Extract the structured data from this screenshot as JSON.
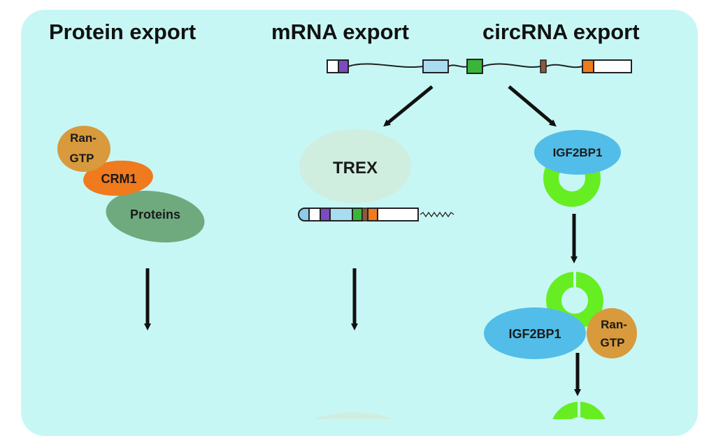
{
  "titles": {
    "protein_export": "Protein export",
    "mrna_export": "mRNA export",
    "circrna_export": "circRNA export"
  },
  "labels": {
    "ran_gtp_line1": "Ran-",
    "ran_gtp_line2": "GTP",
    "crm1": "CRM1",
    "proteins": "Proteins",
    "trex": "TREX",
    "igf2bp1": "IGF2BP1"
  },
  "colors": {
    "background": "#c7f7f4",
    "ran_gtp": "#d89a3c",
    "crm1": "#f07a1e",
    "proteins": "#6faa7e",
    "trex": "#cfeee0",
    "igf2bp1": "#52bde8",
    "circrna": "#66ee22",
    "exon_purple": "#7b4bbf",
    "exon_lightblue": "#a8dcf0",
    "exon_green": "#39b53a",
    "exon_brown": "#8c5a3c",
    "exon_orange": "#f07a1e"
  }
}
